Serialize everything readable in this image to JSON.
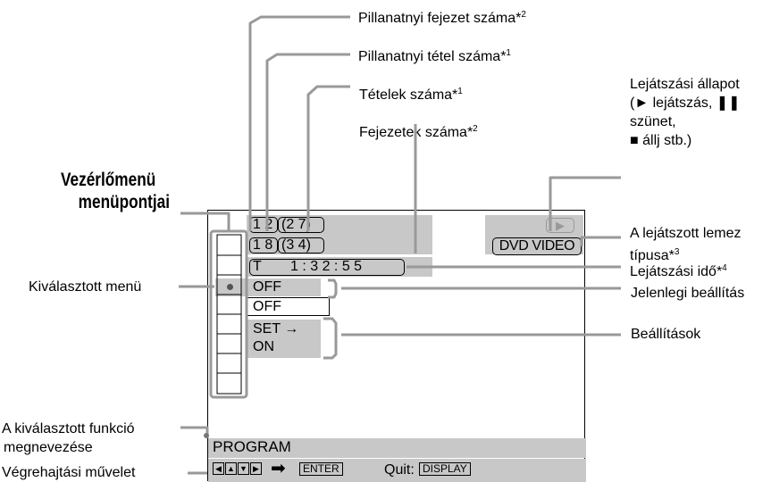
{
  "callouts": {
    "chapter": "Pillanatnyi fejezet száma*",
    "chapter_sup": "2",
    "title_current": "Pillanatnyi tétel száma*",
    "title_current_sup": "1",
    "titles_count": "Tételek száma*",
    "titles_count_sup": "1",
    "chapters_count": "Fejezetek száma*",
    "chapters_count_sup": "2",
    "playback_state_lines": [
      "Lejátszási állapot",
      "(► lejátszás, ❚❚",
      "szünet,",
      "■ állj stb.)"
    ],
    "disc_type_lines": [
      "A lejátszott lemez",
      "típusa*"
    ],
    "disc_type_sup": "3",
    "play_time": "Lejátszási idő*",
    "play_time_sup": "4",
    "current_setting": "Jelenlegi beállítás",
    "settings": "Beállítások",
    "control_menu_items_lines": [
      "Vezérlőmenü",
      "menüpontjai"
    ],
    "selected_menu": "Kiválasztott menü",
    "selected_function_lines": [
      "A kiválasztott funkció",
      "megnevezése"
    ],
    "operation": "Végrehajtási művelet"
  },
  "osd": {
    "current_title": "1 2",
    "total_titles": "2 7",
    "current_chapter": "1 8",
    "total_chapters": "3 4",
    "time_prefix": "T",
    "time_value": "1 : 3 2 : 5 5",
    "disc_type": "DVD VIDEO",
    "current_setting_value": "OFF",
    "options": [
      "OFF",
      "SET →",
      "ON"
    ],
    "function_name": "PROGRAM",
    "enter_label": "ENTER",
    "quit_label": "Quit:",
    "display_label": "DISPLAY"
  }
}
